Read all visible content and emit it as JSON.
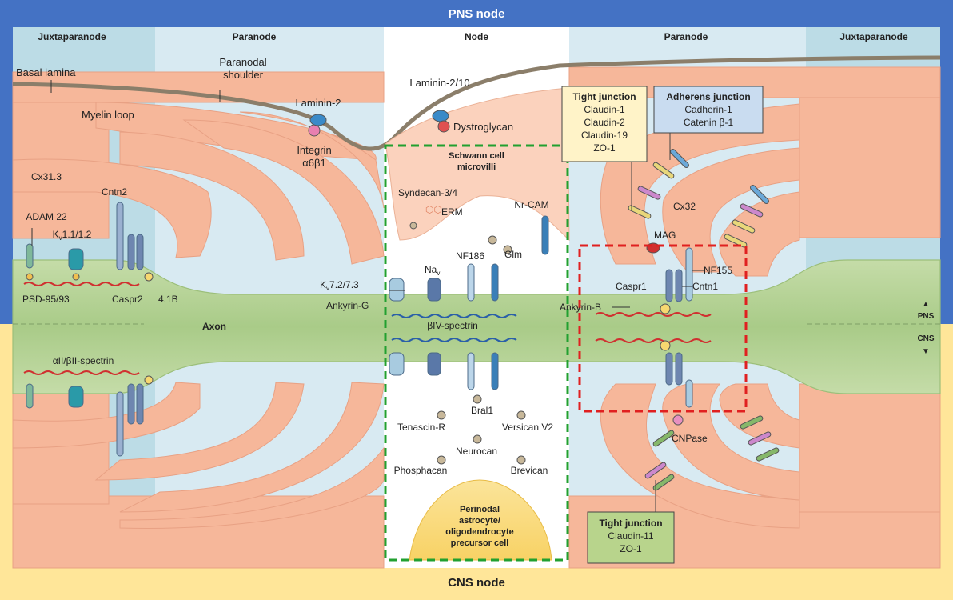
{
  "titles": {
    "top": "PNS node",
    "bottom": "CNS node"
  },
  "regions": {
    "juxta_left": "Juxtaparanode",
    "paranode_left": "Paranode",
    "node": "Node",
    "paranode_right": "Paranode",
    "juxta_right": "Juxtaparanode",
    "axon": "Axon"
  },
  "side": {
    "pns": "PNS",
    "cns": "CNS"
  },
  "labels": {
    "basal_lamina": "Basal lamina",
    "paranodal_shoulder_1": "Paranodal",
    "paranodal_shoulder_2": "shoulder",
    "myelin_loop": "Myelin loop",
    "laminin2": "Laminin-2",
    "integrin_1": "Integrin",
    "integrin_2": "α6β1",
    "laminin210": "Laminin-2/10",
    "dystroglycan": "Dystroglycan",
    "schwann_1": "Schwann cell",
    "schwann_2": "microvilli",
    "syndecan": "Syndecan-3/4",
    "erm": "ERM",
    "nrcam": "Nr-CAM",
    "glm": "Glm",
    "nf186": "NF186",
    "nav": "Na",
    "nav_sub": "v",
    "kv72_pre": "K",
    "kv72_sub": "v",
    "kv72_post": "7.2/7.3",
    "ankyrin_g": "Ankyrin-G",
    "biv": "βIV-spectrin",
    "cx313": "Cx31.3",
    "cntn2": "Cntn2",
    "adam22": "ADAM 22",
    "kv11_pre": "K",
    "kv11_sub": "v",
    "kv11_post": "1.1/1.2",
    "psd": "PSD-95/93",
    "caspr2": "Caspr2",
    "b41": "4.1B",
    "spectrin": "αII/βII-spectrin",
    "cx32": "Cx32",
    "mag": "MAG",
    "nf155": "NF155",
    "caspr1": "Caspr1",
    "cntn1": "Cntn1",
    "ankyrin_b": "Ankyrin-B",
    "bral1": "Bral1",
    "tenascin": "Tenascin-R",
    "versican": "Versican V2",
    "neurocan": "Neurocan",
    "phosphacan": "Phosphacan",
    "brevican": "Brevican",
    "cnpase": "CNPase",
    "astro_1": "Perinodal",
    "astro_2": "astrocyte/",
    "astro_3": "oligodendrocyte",
    "astro_4": "precursor cell"
  },
  "boxes": {
    "tight_pns": {
      "title": "Tight junction",
      "lines": [
        "Claudin-1",
        "Claudin-2",
        "Claudin-19",
        "ZO-1"
      ]
    },
    "adherens": {
      "title": "Adherens junction",
      "lines": [
        "Cadherin-1",
        "Catenin β-1"
      ]
    },
    "tight_cns": {
      "title": "Tight junction",
      "lines": [
        "Claudin-11",
        "ZO-1"
      ]
    }
  },
  "colors": {
    "pns_band": "#4472c4",
    "cns_band": "#ffe699",
    "juxta_bg": "#bcdce6",
    "paranode_bg": "#d8eaf2",
    "myelin": "#f6b79a",
    "axon": "#b7d49a",
    "green_dash": "#22a030",
    "red_dash": "#e02020"
  }
}
